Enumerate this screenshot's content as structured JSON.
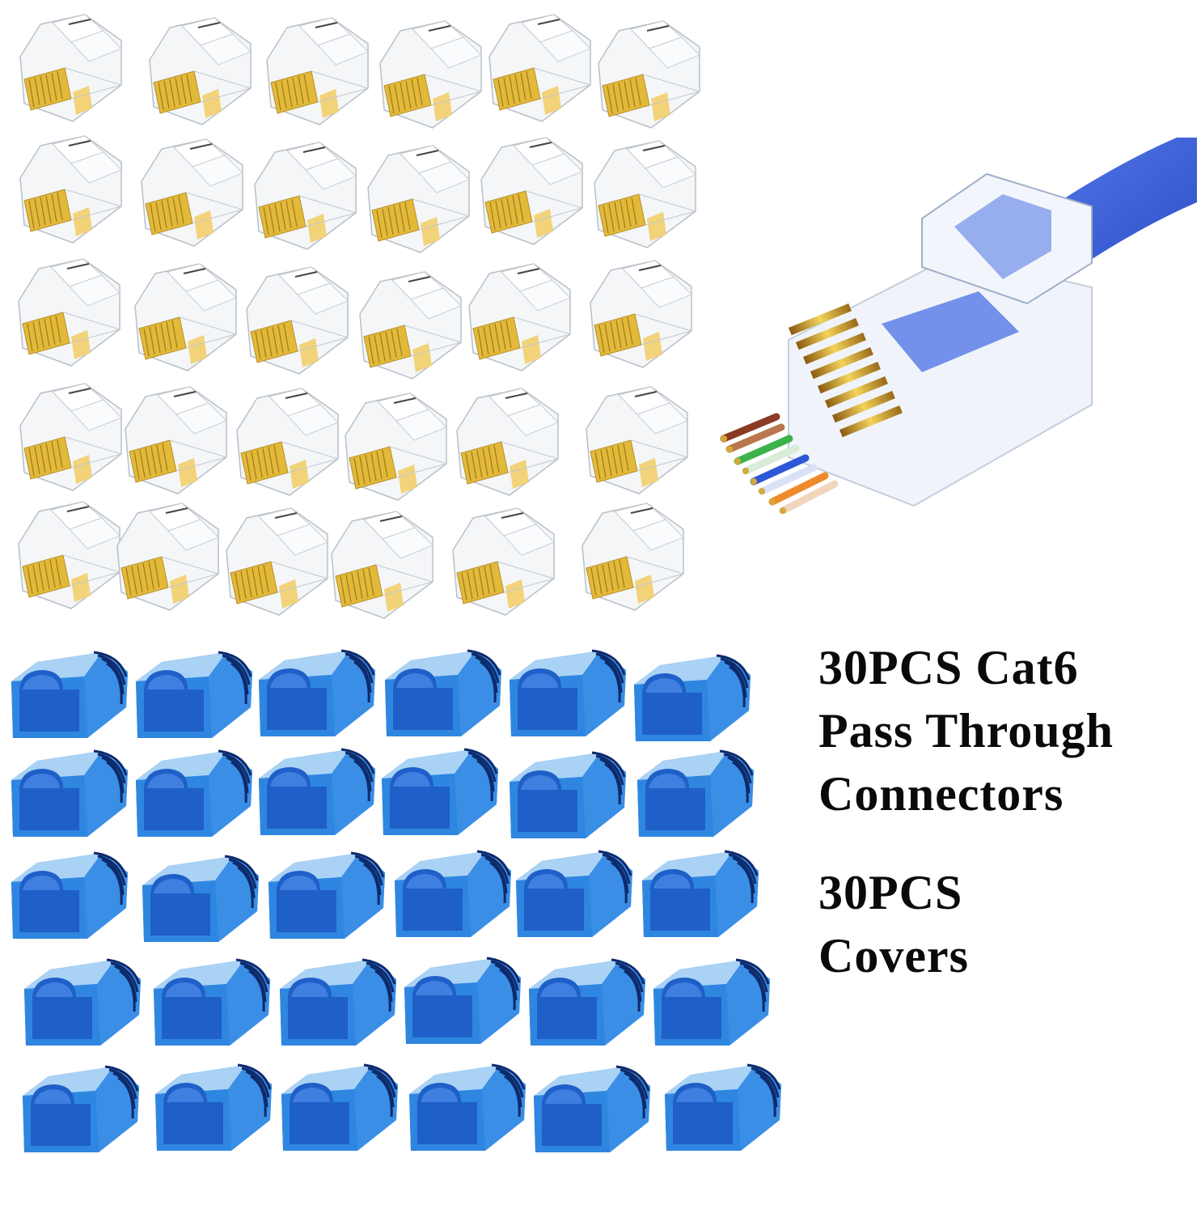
{
  "product": {
    "connectors": {
      "count": 30,
      "grid": {
        "rows": 5,
        "cols": 6
      },
      "color_contacts": "#e3b93a",
      "color_body": "#f4f6f8"
    },
    "covers": {
      "count": 30,
      "grid": {
        "rows": 5,
        "cols": 6
      },
      "color_front": "#2f86e0",
      "color_top": "#a9d2f5",
      "color_inner": "#1f5fc8",
      "color_ribs": "#0d2a6b"
    },
    "hero": {
      "cable_color": "#3a5fd6",
      "wire_colors": [
        "#8a3b24",
        "#b9774f",
        "#3cb34a",
        "#d8ecd8",
        "#2c57d6",
        "#d9e2f5",
        "#ee8a2a",
        "#f1d6bd"
      ]
    }
  },
  "caption": {
    "connectors_lines": [
      "30PCS Cat6",
      "Pass Through",
      "Connectors"
    ],
    "covers_lines": [
      "30PCS",
      "Covers"
    ]
  }
}
